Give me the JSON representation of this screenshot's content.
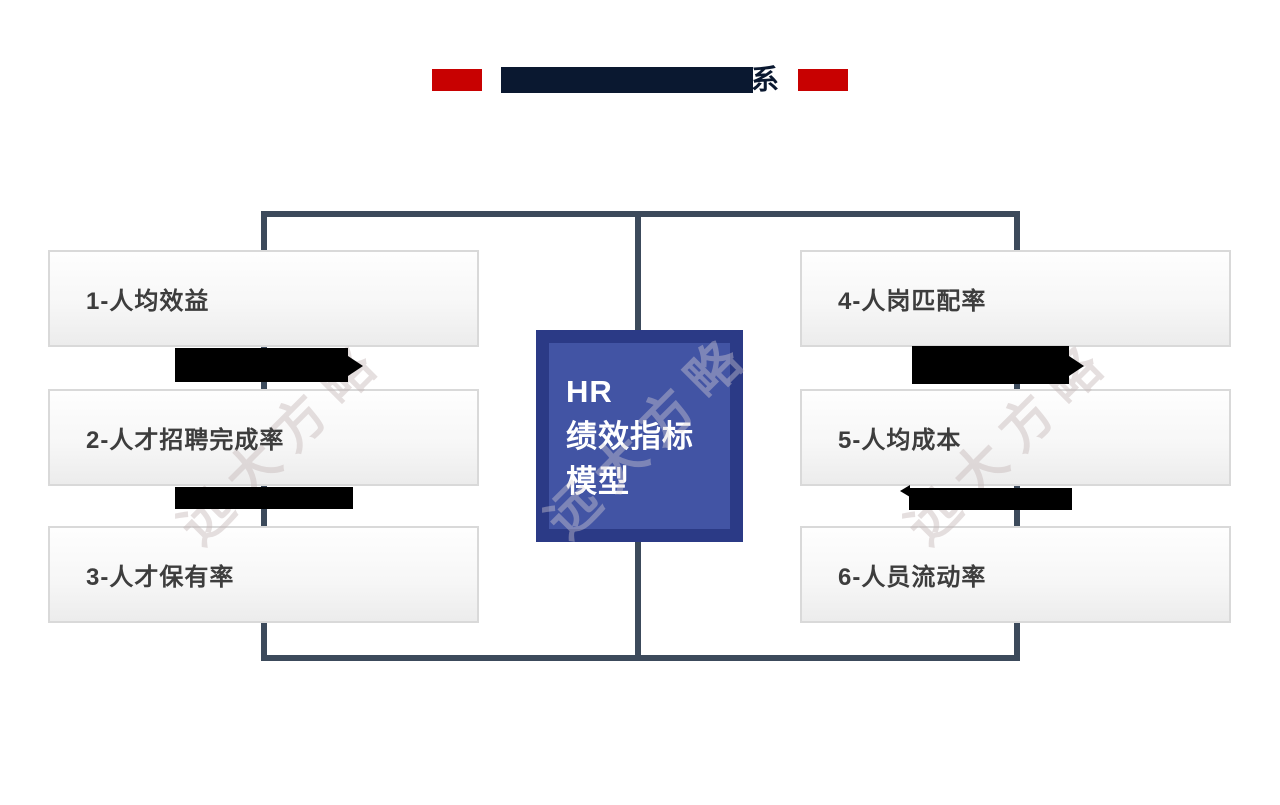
{
  "title": {
    "visible_text": "系",
    "redacted": true,
    "accent_color": "#c80101",
    "text_color": "#0a1830"
  },
  "watermark": {
    "text": "远大方略"
  },
  "center_box": {
    "line1": "HR",
    "line2": "绩效指标",
    "line3": "模型",
    "outer_color": "#2b3a86",
    "inner_color": "#4254a4"
  },
  "left_items": [
    {
      "label": "1-人均效益"
    },
    {
      "label": "2-人才招聘完成率"
    },
    {
      "label": "3-人才保有率"
    }
  ],
  "right_items": [
    {
      "label": "4-人岗匹配率"
    },
    {
      "label": "5-人均成本"
    },
    {
      "label": "6-人员流动率"
    }
  ],
  "connector_color": "#3c4a5b"
}
